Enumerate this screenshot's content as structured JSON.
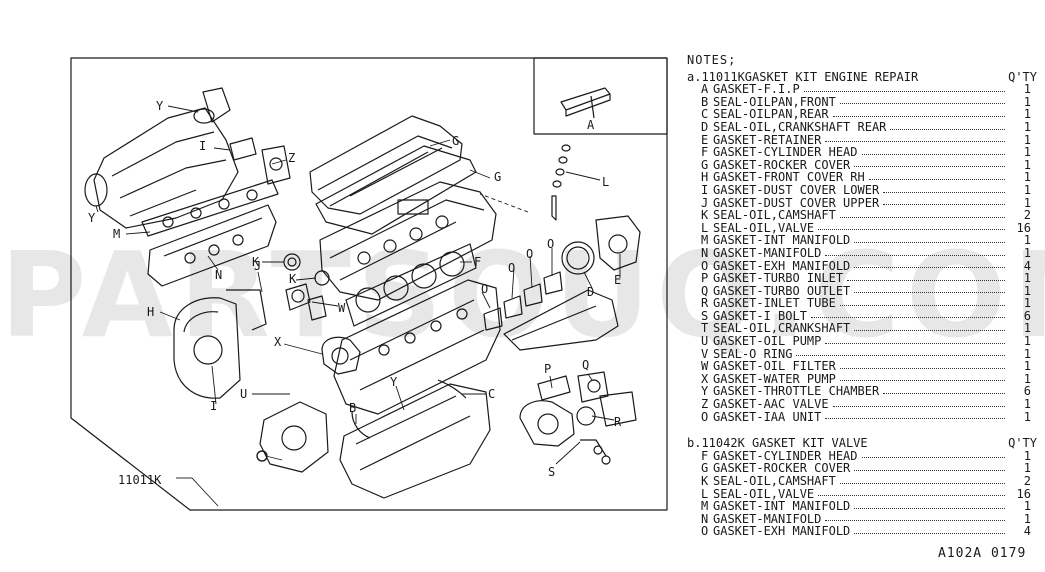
{
  "watermark": "PARTSOUQ.COM",
  "diagram": {
    "main_label": "11011K",
    "callouts": {
      "A": "A",
      "B": "B",
      "C": "C",
      "D": "D",
      "E": "E",
      "F": "F",
      "G1": "G",
      "G2": "G",
      "H": "H",
      "I1": "I",
      "I2": "I",
      "J": "J",
      "K1": "K",
      "K2": "K",
      "L": "L",
      "M": "M",
      "N": "N",
      "O1": "O",
      "O2": "O",
      "O3": "O",
      "O4": "O",
      "P": "P",
      "Q": "Q",
      "R": "R",
      "S": "S",
      "U": "U",
      "W": "W",
      "X": "X",
      "Y1": "Y",
      "Y2": "Y",
      "Y3": "Y",
      "Z": "Z"
    }
  },
  "notes": {
    "title": "NOTES;",
    "kits": [
      {
        "prefix": "a.",
        "name": "11011KGASKET KIT ENGINE REPAIR",
        "qty_header": "Q'TY",
        "items": [
          {
            "letter": "A",
            "desc": "GASKET-F.I.P",
            "qty": "1"
          },
          {
            "letter": "B",
            "desc": "SEAL-OILPAN,FRONT",
            "qty": "1"
          },
          {
            "letter": "C",
            "desc": "SEAL-OILPAN,REAR",
            "qty": "1"
          },
          {
            "letter": "D",
            "desc": "SEAL-OIL,CRANKSHAFT REAR",
            "qty": "1"
          },
          {
            "letter": "E",
            "desc": "GASKET-RETAINER",
            "qty": "1"
          },
          {
            "letter": "F",
            "desc": "GASKET-CYLINDER HEAD",
            "qty": "1"
          },
          {
            "letter": "G",
            "desc": "GASKET-ROCKER COVER",
            "qty": "1"
          },
          {
            "letter": "H",
            "desc": "GASKET-FRONT COVER RH",
            "qty": "1"
          },
          {
            "letter": "I",
            "desc": "GASKET-DUST COVER LOWER",
            "qty": "1"
          },
          {
            "letter": "J",
            "desc": "GASKET-DUST COVER UPPER",
            "qty": "1"
          },
          {
            "letter": "K",
            "desc": "SEAL-OIL,CAMSHAFT",
            "qty": "2"
          },
          {
            "letter": "L",
            "desc": "SEAL-OIL,VALVE",
            "qty": "16"
          },
          {
            "letter": "M",
            "desc": "GASKET-INT MANIFOLD",
            "qty": "1"
          },
          {
            "letter": "N",
            "desc": "GASKET-MANIFOLD",
            "qty": "1"
          },
          {
            "letter": "O",
            "desc": "GASKET-EXH MANIFOLD",
            "qty": "4"
          },
          {
            "letter": "P",
            "desc": "GASKET-TURBO INLET",
            "qty": "1"
          },
          {
            "letter": "Q",
            "desc": "GASKET-TURBO OUTLET",
            "qty": "1"
          },
          {
            "letter": "R",
            "desc": "GASKET-INLET TUBE",
            "qty": "1"
          },
          {
            "letter": "S",
            "desc": "GASKET-I BOLT",
            "qty": "6"
          },
          {
            "letter": "T",
            "desc": "SEAL-OIL,CRANKSHAFT",
            "qty": "1"
          },
          {
            "letter": "U",
            "desc": "GASKET-OIL PUMP",
            "qty": "1"
          },
          {
            "letter": "V",
            "desc": "SEAL-O RING",
            "qty": "1"
          },
          {
            "letter": "W",
            "desc": "GASKET-OIL FILTER",
            "qty": "1"
          },
          {
            "letter": "X",
            "desc": "GASKET-WATER PUMP",
            "qty": "1"
          },
          {
            "letter": "Y",
            "desc": "GASKET-THROTTLE CHAMBER",
            "qty": "6"
          },
          {
            "letter": "Z",
            "desc": "GASKET-AAC VALVE",
            "qty": "1"
          },
          {
            "letter": "O",
            "desc": "GASKET-IAA UNIT",
            "qty": "1"
          }
        ]
      },
      {
        "prefix": "b.",
        "name": "11042K GASKET KIT VALVE",
        "qty_header": "Q'TY",
        "items": [
          {
            "letter": "F",
            "desc": "GASKET-CYLINDER HEAD",
            "qty": "1"
          },
          {
            "letter": "G",
            "desc": "GASKET-ROCKER COVER",
            "qty": "1"
          },
          {
            "letter": "K",
            "desc": "SEAL-OIL,CAMSHAFT",
            "qty": "2"
          },
          {
            "letter": "L",
            "desc": "SEAL-OIL,VALVE",
            "qty": "16"
          },
          {
            "letter": "M",
            "desc": "GASKET-INT MANIFOLD",
            "qty": "1"
          },
          {
            "letter": "N",
            "desc": "GASKET-MANIFOLD",
            "qty": "1"
          },
          {
            "letter": "O",
            "desc": "GASKET-EXH MANIFOLD",
            "qty": "4"
          }
        ]
      }
    ]
  },
  "reference_code": "A102A 0179"
}
